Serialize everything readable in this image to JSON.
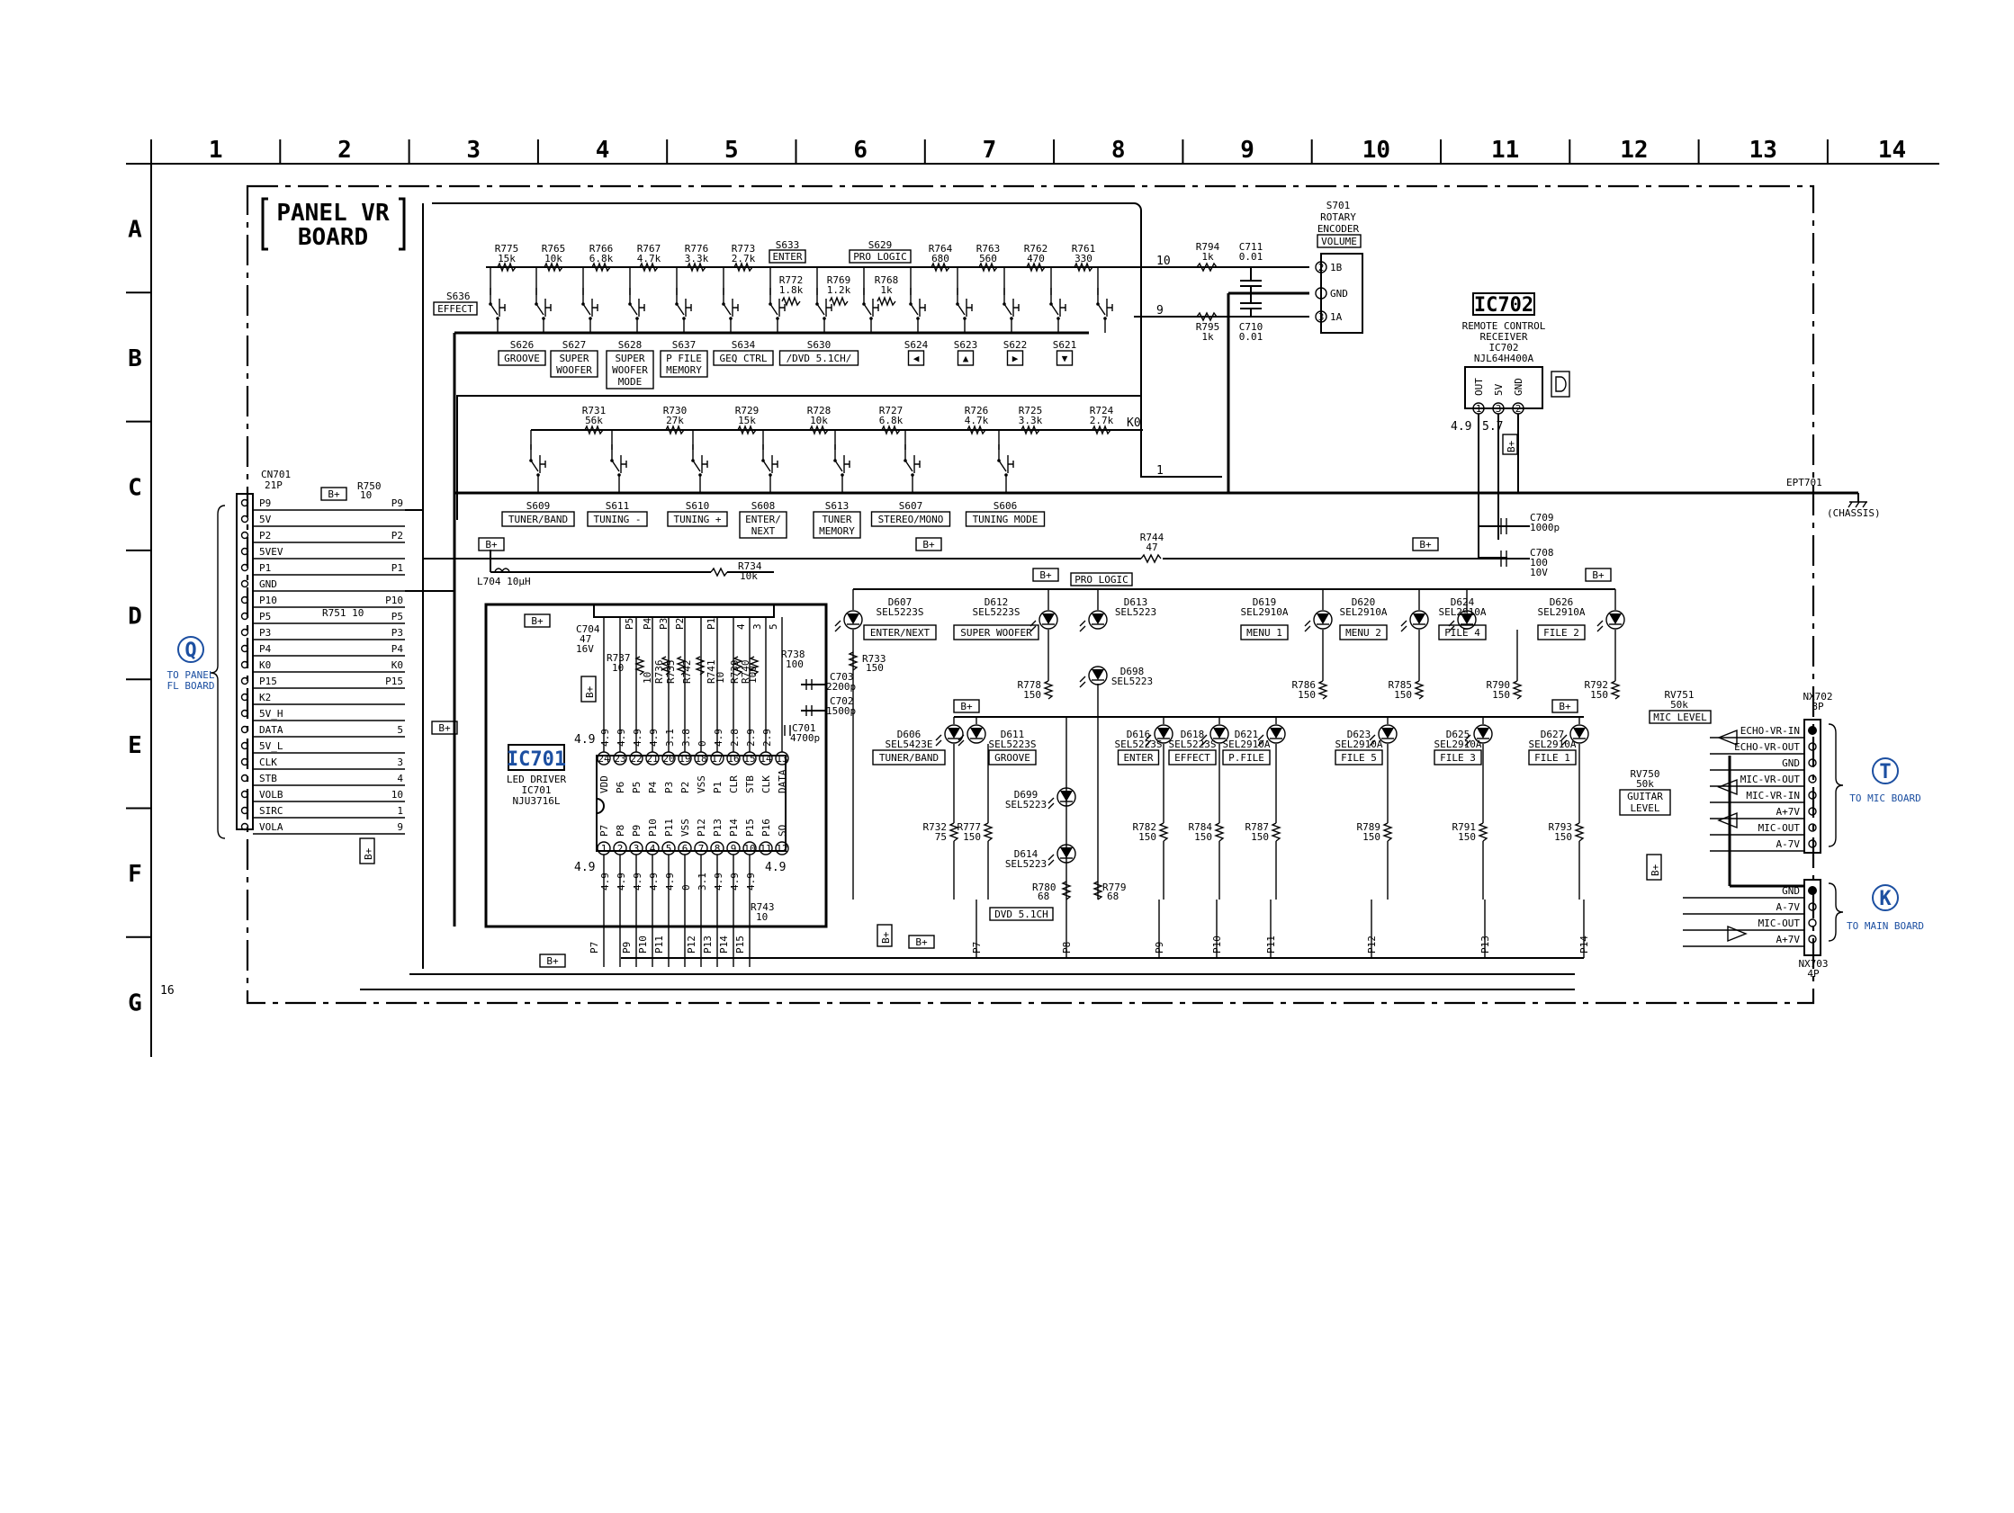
{
  "columns": [
    "1",
    "2",
    "3",
    "4",
    "5",
    "6",
    "7",
    "8",
    "9",
    "10",
    "11",
    "12",
    "13",
    "14"
  ],
  "rows": [
    "A",
    "B",
    "C",
    "D",
    "E",
    "F",
    "G"
  ],
  "page_number": "16",
  "board_title": [
    "PANEL VR",
    "BOARD"
  ],
  "connectors": {
    "q": {
      "letter": "Q",
      "text": [
        "TO PANEL",
        "FL BOARD"
      ]
    },
    "t": {
      "letter": "T",
      "text": "TO MIC BOARD"
    },
    "k": {
      "letter": "K",
      "text": "TO MAIN BOARD"
    }
  },
  "cn701": {
    "ref": "CN701",
    "pins_count": "21P",
    "pins": [
      "P9",
      "5V",
      "P2",
      "5VEV",
      "P1",
      "GND",
      "P10",
      "P5",
      "P3",
      "P4",
      "K0",
      "P15",
      "K2",
      "5V_H",
      "DATA",
      "5V_L",
      "CLK",
      "STB",
      "VOLB",
      "SIRC",
      "VOLA"
    ],
    "right_labels": [
      {
        "pin": 0,
        "label": "P9"
      },
      {
        "pin": 2,
        "label": "P2"
      },
      {
        "pin": 4,
        "label": "P1"
      },
      {
        "pin": 6,
        "label": "P10"
      },
      {
        "pin": 7,
        "label": "P5"
      },
      {
        "pin": 8,
        "label": "P3"
      },
      {
        "pin": 9,
        "label": "P4"
      },
      {
        "pin": 10,
        "label": "K0"
      },
      {
        "pin": 11,
        "label": "P15"
      },
      {
        "pin": 14,
        "label": "5"
      },
      {
        "pin": 16,
        "label": "3"
      },
      {
        "pin": 17,
        "label": "4"
      },
      {
        "pin": 18,
        "label": "10"
      },
      {
        "pin": 19,
        "label": "1"
      },
      {
        "pin": 20,
        "label": "9"
      }
    ],
    "r750": [
      "R750",
      "10"
    ],
    "r751": "R751 10"
  },
  "bplus": "B+",
  "l704": "L704 10μH",
  "r734": [
    "R734",
    "10k"
  ],
  "r744": [
    "R744",
    "47"
  ],
  "c709": [
    "C709",
    "1000p"
  ],
  "c708": [
    "C708",
    "100",
    "10V"
  ],
  "ept701": "EPT701",
  "chassis": "(CHASSIS)",
  "ic701": {
    "ref": "IC701",
    "desc": [
      "LED DRIVER",
      "IC701",
      "NJU3716L"
    ],
    "top_pins": [
      "24",
      "23",
      "22",
      "21",
      "20",
      "19",
      "18",
      "17",
      "16",
      "15",
      "14",
      "13"
    ],
    "top_names": [
      "VDD",
      "P6",
      "P5",
      "P4",
      "P3",
      "P2",
      "VSS",
      "P1",
      "CLR",
      "STB",
      "CLK",
      "DATA"
    ],
    "bot_pins": [
      "1",
      "2",
      "3",
      "4",
      "5",
      "6",
      "7",
      "8",
      "9",
      "10",
      "11",
      "12"
    ],
    "bot_names": [
      "P7",
      "P8",
      "P9",
      "P10",
      "P11",
      "VSS",
      "P12",
      "P13",
      "P14",
      "P15",
      "P16",
      "SO"
    ],
    "top_volt": [
      "4.9",
      "4.9",
      "4.9",
      "4.9",
      "3.1",
      "3.8",
      "0",
      "4.9",
      "2.8",
      "2.9",
      "2.9"
    ],
    "bot_volt": [
      "4.9",
      "4.9",
      "4.9",
      "4.9",
      "4.9",
      "0",
      "3.1",
      "4.9",
      "4.9",
      "4.9"
    ],
    "left_volt": "4.9",
    "right_volt": "4.9",
    "pin_labels_top": [
      "P5",
      "P4",
      "P3",
      "P2",
      "P1",
      "4",
      "3",
      "5"
    ],
    "bottom_labels": [
      "P7",
      "P9",
      "P10",
      "P11",
      "P12",
      "P13",
      "P14",
      "P15"
    ]
  },
  "c704": [
    "C704",
    "47",
    "16V"
  ],
  "c703": [
    "C703",
    "2200p"
  ],
  "c702": [
    "C702",
    "1500p"
  ],
  "c701": [
    "C701",
    "4700p"
  ],
  "r737": [
    "R737",
    "10"
  ],
  "r738": [
    "R738",
    "100"
  ],
  "r743": [
    "R743",
    "10"
  ],
  "r733": [
    "R733",
    "150"
  ],
  "ic_vert_res": [
    "10",
    "R736",
    "R735",
    "R742",
    "10",
    "R741",
    "10",
    "R739",
    "R740",
    "100"
  ],
  "resistors_row1": [
    {
      "ref": "R775",
      "val": "15k"
    },
    {
      "ref": "R765",
      "val": "10k"
    },
    {
      "ref": "R766",
      "val": "6.8k"
    },
    {
      "ref": "R767",
      "val": "4.7k"
    },
    {
      "ref": "R776",
      "val": "3.3k"
    },
    {
      "ref": "R773",
      "val": "2.7k"
    },
    {
      "ref": "R772",
      "val": "1.8k"
    },
    {
      "ref": "R769",
      "val": "1.2k"
    },
    {
      "ref": "R768",
      "val": "1k"
    },
    {
      "ref": "R764",
      "val": "680"
    },
    {
      "ref": "R763",
      "val": "560"
    },
    {
      "ref": "R762",
      "val": "470"
    },
    {
      "ref": "R761",
      "val": "330"
    }
  ],
  "switches_row1_top": [
    {
      "ref": "S633",
      "name": "ENTER"
    },
    {
      "ref": "S629",
      "name": "PRO LOGIC"
    }
  ],
  "s636": {
    "ref": "S636",
    "name": "EFFECT"
  },
  "switches_row1_bottom": [
    {
      "ref": "S626",
      "name": [
        "GROOVE"
      ]
    },
    {
      "ref": "S627",
      "name": [
        "SUPER",
        "WOOFER"
      ]
    },
    {
      "ref": "S628",
      "name": [
        "SUPER",
        "WOOFER",
        "MODE"
      ]
    },
    {
      "ref": "S637",
      "name": [
        "P FILE",
        "MEMORY"
      ]
    },
    {
      "ref": "S634",
      "name": [
        "GEQ CTRL"
      ]
    },
    {
      "ref": "S630",
      "name": [
        "/DVD 5.1CH/"
      ]
    },
    {
      "ref": "S624",
      "name": [
        "◀"
      ]
    },
    {
      "ref": "S623",
      "name": [
        "▲"
      ]
    },
    {
      "ref": "S622",
      "name": [
        "▶"
      ]
    },
    {
      "ref": "S621",
      "name": [
        "▼"
      ]
    }
  ],
  "resistors_row2": [
    {
      "ref": "R731",
      "val": "56k"
    },
    {
      "ref": "R730",
      "val": "27k"
    },
    {
      "ref": "R729",
      "val": "15k"
    },
    {
      "ref": "R728",
      "val": "10k"
    },
    {
      "ref": "R727",
      "val": "6.8k"
    },
    {
      "ref": "R726",
      "val": "4.7k"
    },
    {
      "ref": "R725",
      "val": "3.3k"
    },
    {
      "ref": "R724",
      "val": "2.7k"
    }
  ],
  "switches_row2": [
    {
      "ref": "S609",
      "name": [
        "TUNER/BAND"
      ]
    },
    {
      "ref": "S611",
      "name": [
        "TUNING -"
      ]
    },
    {
      "ref": "S610",
      "name": [
        "TUNING +"
      ]
    },
    {
      "ref": "S608",
      "name": [
        "ENTER/",
        "NEXT"
      ]
    },
    {
      "ref": "S613",
      "name": [
        "TUNER",
        "MEMORY"
      ]
    },
    {
      "ref": "S607",
      "name": [
        "STEREO/MONO"
      ]
    },
    {
      "ref": "S606",
      "name": [
        "TUNING MODE"
      ]
    }
  ],
  "line_labels": {
    "n10": "10",
    "n9": "9",
    "k0": "K0",
    "n1": "1"
  },
  "r794": [
    "R794",
    "1k"
  ],
  "r795": [
    "R795",
    "1k"
  ],
  "c711": [
    "C711",
    "0.01"
  ],
  "c710": [
    "C710",
    "0.01"
  ],
  "s701": {
    "ref": "S701",
    "desc": [
      "ROTARY",
      "ENCODER"
    ],
    "name": "VOLUME",
    "pins": [
      "1B",
      "GND",
      "1A"
    ],
    "pin_nums": [
      "2",
      "",
      "3"
    ]
  },
  "ic702": {
    "ref": "IC702",
    "desc": [
      "REMOTE CONTROL",
      "RECEIVER",
      "IC702",
      "NJL64H400A"
    ],
    "pins": [
      "OUT",
      "5V",
      "GND"
    ],
    "pin_nums": [
      "1",
      "3",
      "2"
    ],
    "volts": [
      "4.9",
      "5.7"
    ]
  },
  "leds_top": [
    {
      "ref": "D607",
      "type": "SEL5223S",
      "name": "ENTER/NEXT"
    },
    {
      "ref": "D612",
      "type": "SEL5223S",
      "name": "SUPER WOOFER"
    },
    {
      "ref": "D613",
      "type": "SEL5223",
      "name": ""
    },
    {
      "ref": "D619",
      "type": "SEL2910A",
      "name": "MENU 1"
    },
    {
      "ref": "D620",
      "type": "SEL2910A",
      "name": "MENU 2"
    },
    {
      "ref": "D624",
      "type": "SEL2910A",
      "name": "FILE 4"
    },
    {
      "ref": "D626",
      "type": "SEL2910A",
      "name": "FILE 2"
    }
  ],
  "d698": {
    "ref": "D698",
    "type": "SEL5223"
  },
  "pro_logic": "PRO LOGIC",
  "leds_mid": [
    {
      "ref": "D606",
      "type": "SEL5423E",
      "name": "TUNER/BAND"
    },
    {
      "ref": "D611",
      "type": "SEL5223S",
      "name": "GROOVE"
    },
    {
      "ref": "D616",
      "type": "SEL5223S",
      "name": "ENTER"
    },
    {
      "ref": "D618",
      "type": "SEL5223S",
      "name": "EFFECT"
    },
    {
      "ref": "D621",
      "type": "SEL2910A",
      "name": "P.FILE"
    },
    {
      "ref": "D623",
      "type": "SEL2910A",
      "name": "FILE 5"
    },
    {
      "ref": "D625",
      "type": "SEL2910A",
      "name": "FILE 3"
    },
    {
      "ref": "D627",
      "type": "SEL2910A",
      "name": "FILE 1"
    }
  ],
  "d699": {
    "ref": "D699",
    "type": "SEL5223"
  },
  "d614": {
    "ref": "D614",
    "type": "SEL5223"
  },
  "dvd51": "DVD 5.1CH",
  "led_resistors_top": [
    {
      "ref": "R778",
      "val": "150"
    },
    {
      "ref": "R786",
      "val": "150"
    },
    {
      "ref": "R785",
      "val": "150"
    },
    {
      "ref": "R790",
      "val": "150"
    },
    {
      "ref": "R792",
      "val": "150"
    }
  ],
  "led_resistors_bot": [
    {
      "ref": "R732",
      "val": "75"
    },
    {
      "ref": "R777",
      "val": "150"
    },
    {
      "ref": "R782",
      "val": "150"
    },
    {
      "ref": "R784",
      "val": "150"
    },
    {
      "ref": "R787",
      "val": "150"
    },
    {
      "ref": "R789",
      "val": "150"
    },
    {
      "ref": "R791",
      "val": "150"
    },
    {
      "ref": "R793",
      "val": "150"
    }
  ],
  "r780": [
    "R780",
    "68"
  ],
  "r779": [
    "R779",
    "68"
  ],
  "bottom_p_labels": [
    "P7",
    "P8",
    "P9",
    "P10",
    "P11",
    "P12",
    "P13",
    "P14"
  ],
  "rv751": {
    "ref": "RV751",
    "val": "50k",
    "name": "MIC LEVEL"
  },
  "rv750": {
    "ref": "RV750",
    "val": "50k",
    "name": [
      "GUITAR",
      "LEVEL"
    ]
  },
  "nx702": {
    "ref": "NX702",
    "pins_count": "8P",
    "pins": [
      "ECHO-VR-IN",
      "ECHO-VR-OUT",
      "GND",
      "MIC-VR-OUT",
      "MIC-VR-IN",
      "A+7V",
      "MIC-OUT",
      "A-7V"
    ]
  },
  "nx703": {
    "ref": "NX703",
    "pins_count": "4P",
    "pins": [
      "GND",
      "A-7V",
      "MIC-OUT",
      "A+7V"
    ]
  }
}
